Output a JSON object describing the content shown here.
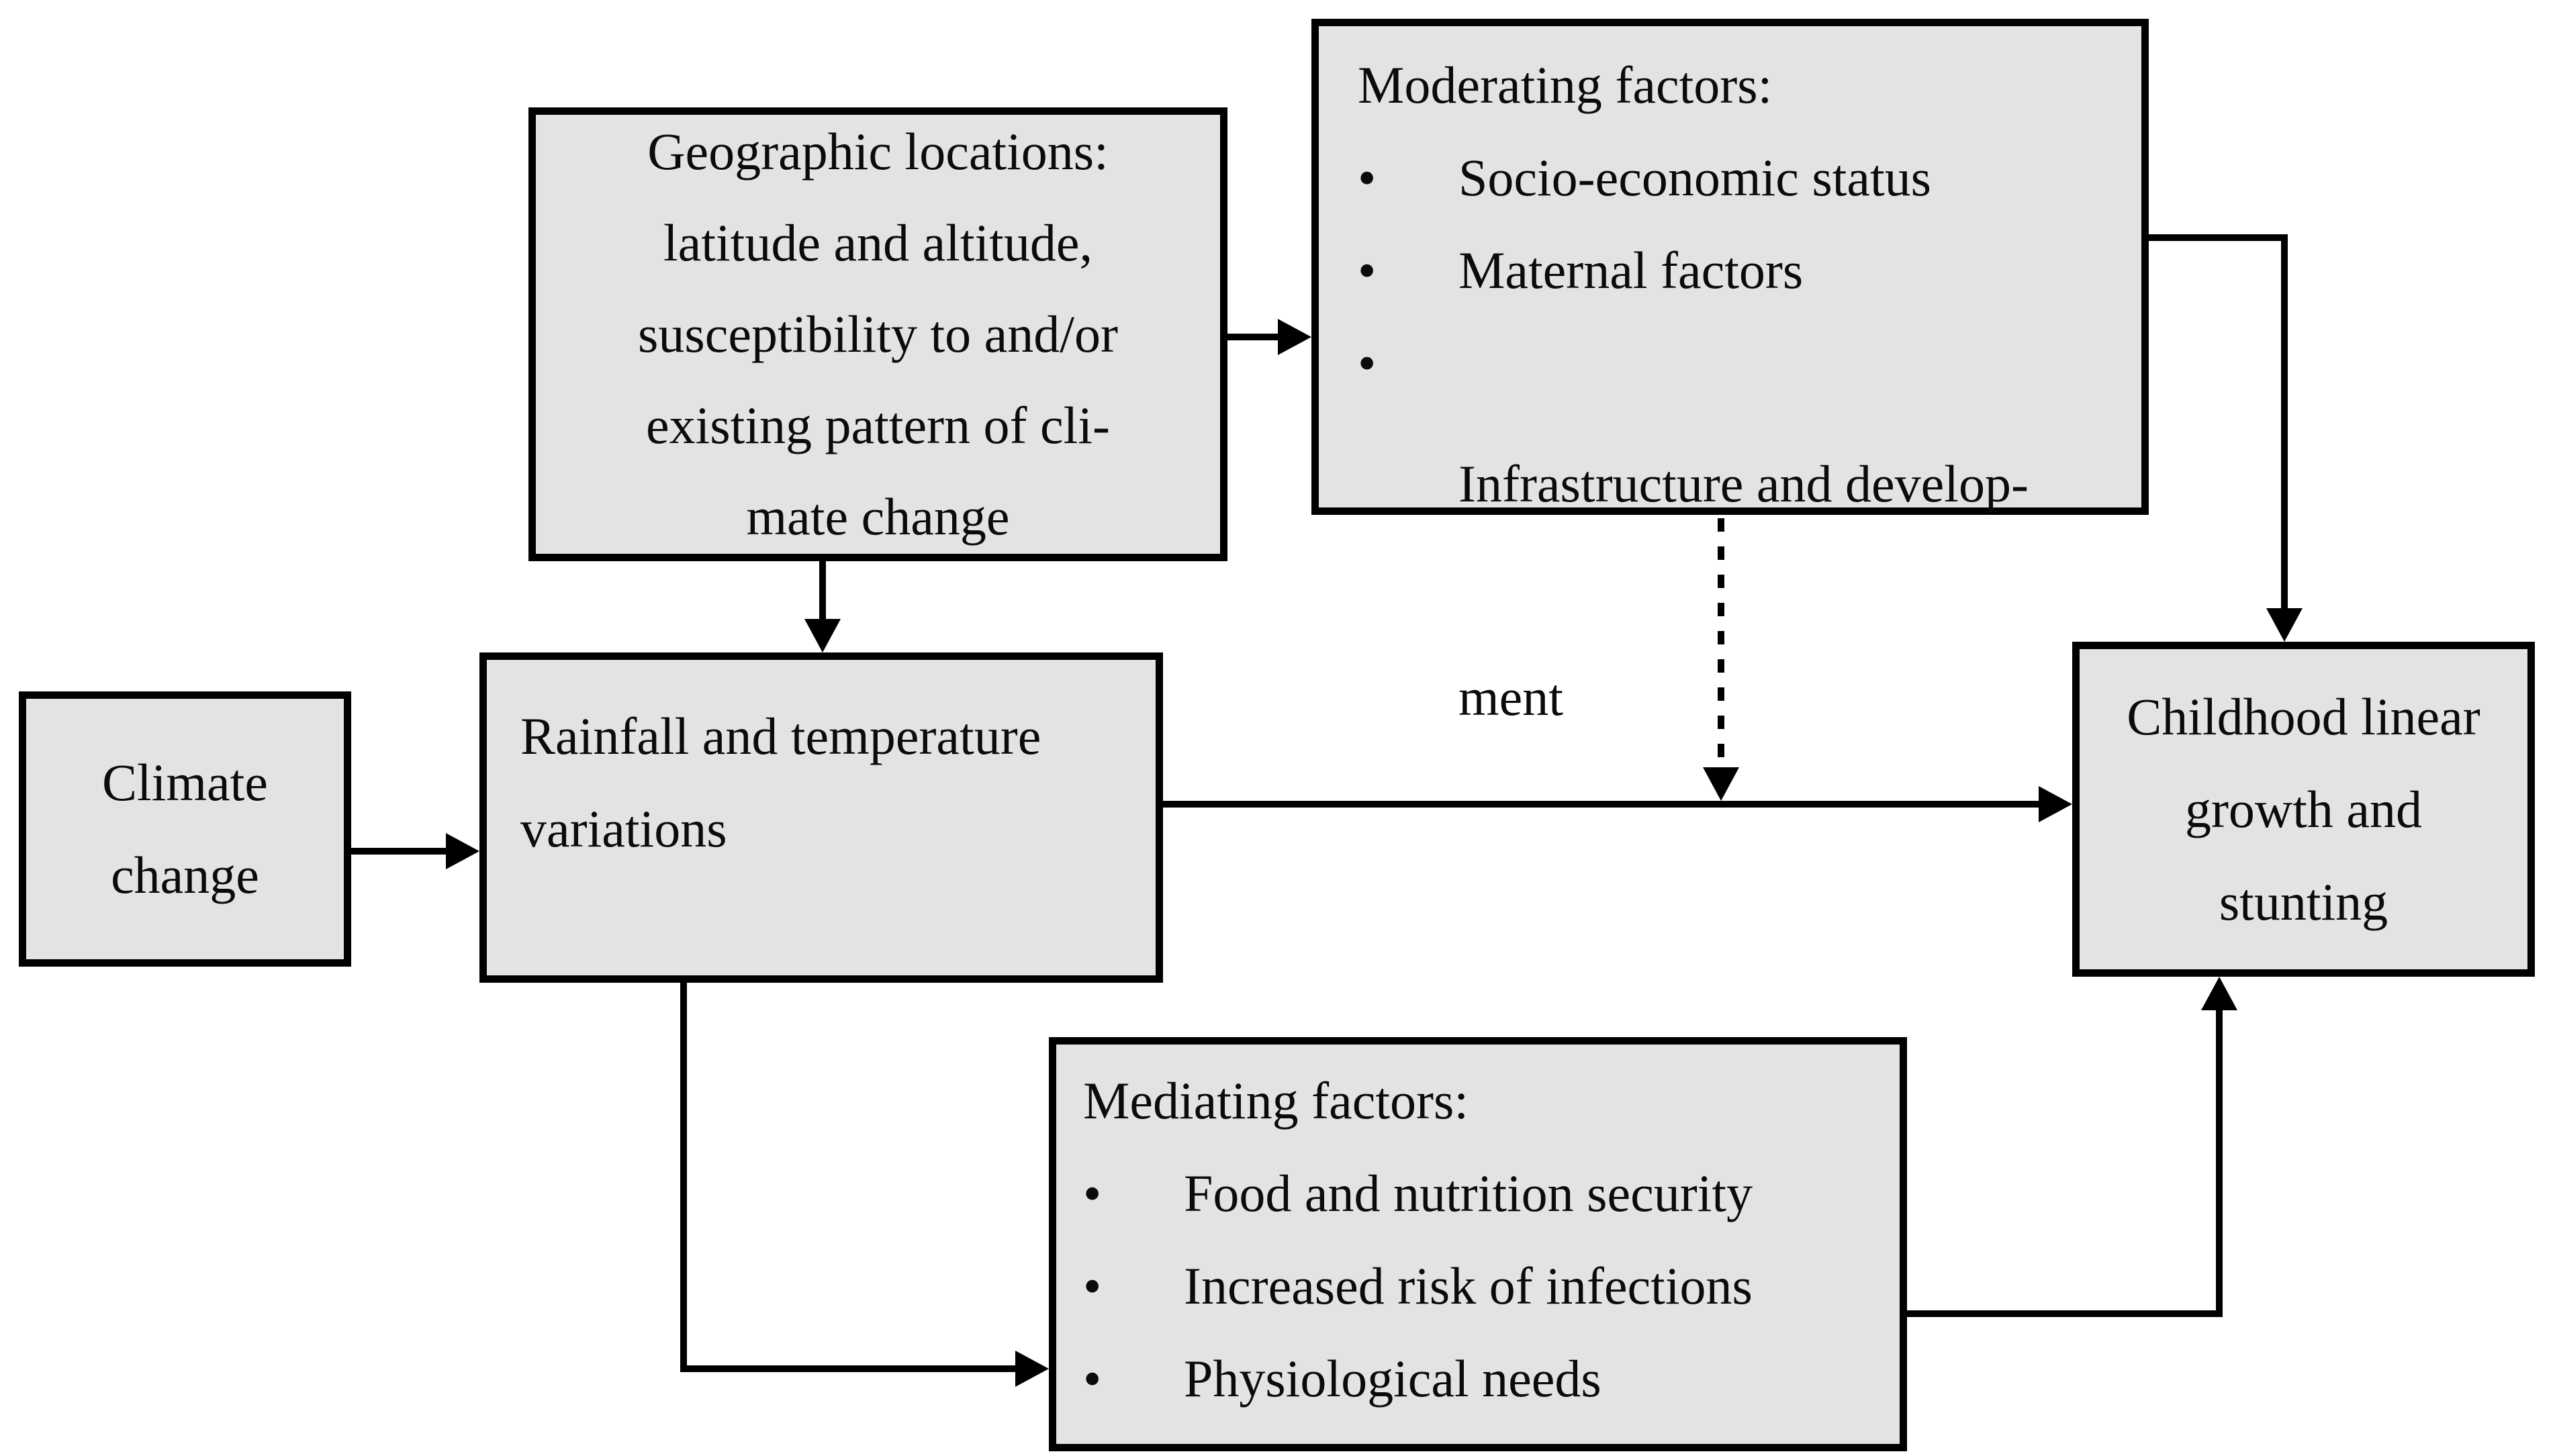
{
  "colors": {
    "box_fill": "#e3e3e4",
    "box_border": "#000000",
    "background": "#ffffff",
    "line": "#000000"
  },
  "bullet_char": "•",
  "boxes": {
    "climate": {
      "lines": [
        "Climate",
        "change"
      ]
    },
    "geographic": {
      "lines": [
        "Geographic locations:",
        "latitude and altitude,",
        "susceptibility to and/or",
        "existing pattern of cli-",
        "mate change"
      ]
    },
    "moderating": {
      "title": "Moderating factors:",
      "items": [
        {
          "lines": [
            "Socio-economic status"
          ]
        },
        {
          "lines": [
            "Maternal factors"
          ]
        },
        {
          "lines": [
            "Infrastructure and develop-",
            "ment"
          ]
        }
      ]
    },
    "rainfall": {
      "lines": [
        "Rainfall and temperature",
        "variations"
      ]
    },
    "mediating": {
      "title": "Mediating factors:",
      "items": [
        {
          "lines": [
            "Food and nutrition security"
          ]
        },
        {
          "lines": [
            "Increased risk of infections"
          ]
        },
        {
          "lines": [
            "Physiological needs"
          ]
        }
      ]
    },
    "childhood": {
      "lines": [
        "Childhood linear",
        "growth and",
        "stunting"
      ]
    }
  },
  "connectors": [
    {
      "from": "climate-change",
      "to": "rainfall-temperature-variations",
      "style": "solid"
    },
    {
      "from": "geographic-locations",
      "to": "rainfall-temperature-variations",
      "style": "solid"
    },
    {
      "from": "geographic-locations",
      "to": "moderating-factors",
      "style": "solid"
    },
    {
      "from": "rainfall-temperature-variations",
      "to": "childhood-linear-growth-and-stunting",
      "style": "solid"
    },
    {
      "from": "moderating-factors",
      "to": "rainfall-to-childhood-arrow",
      "style": "dotted"
    },
    {
      "from": "moderating-factors",
      "to": "childhood-linear-growth-and-stunting",
      "style": "solid"
    },
    {
      "from": "rainfall-temperature-variations",
      "to": "mediating-factors",
      "style": "solid"
    },
    {
      "from": "mediating-factors",
      "to": "childhood-linear-growth-and-stunting",
      "style": "solid"
    }
  ]
}
